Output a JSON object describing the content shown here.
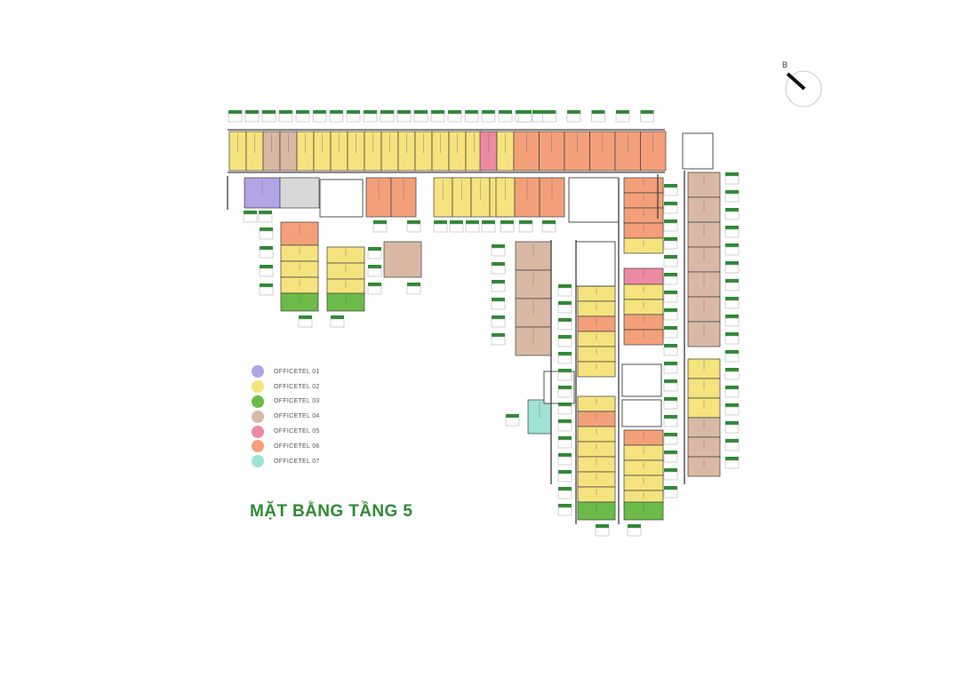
{
  "title": "MẶT BẰNG TẦNG 5",
  "compass": {
    "letter": "B",
    "icon": "north-arrow-icon"
  },
  "legend": [
    {
      "label": "OFFICETEL 01",
      "color": "#b3a4e6"
    },
    {
      "label": "OFFICETEL 02",
      "color": "#f5e37e"
    },
    {
      "label": "OFFICETEL 03",
      "color": "#6cbb48"
    },
    {
      "label": "OFFICETEL 04",
      "color": "#d9b9a4"
    },
    {
      "label": "OFFICETEL 05",
      "color": "#ec8aa1"
    },
    {
      "label": "OFFICETEL 06",
      "color": "#f3a07a"
    },
    {
      "label": "OFFICETEL 07",
      "color": "#9fe3d6"
    }
  ],
  "colors": {
    "corridor": "#ffffff",
    "wall": "#3d3d3d",
    "tag": "#2f8a34",
    "grey": "#d8d8d8"
  }
}
